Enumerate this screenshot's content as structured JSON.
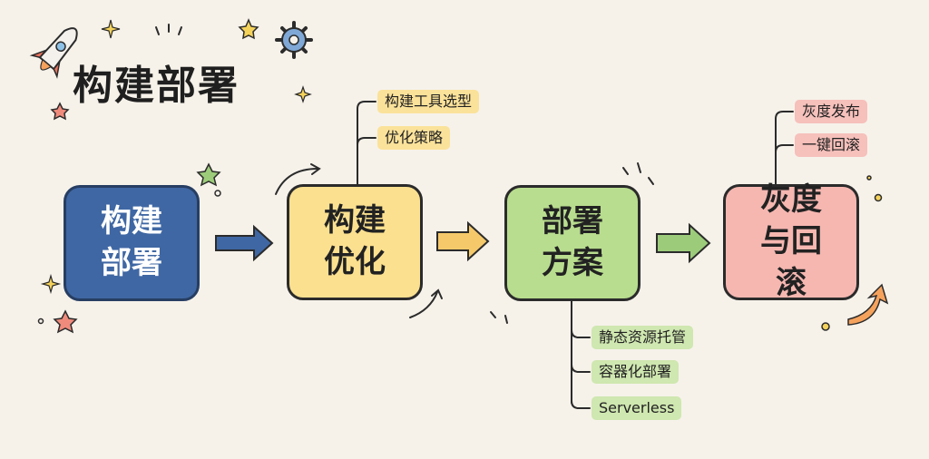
{
  "title": "构建部署",
  "flow": {
    "steps": [
      {
        "id": "s1",
        "label": "构建部署",
        "color": "#3f67a3"
      },
      {
        "id": "s2",
        "label": "构建优化",
        "color": "#fbe08f"
      },
      {
        "id": "s3",
        "label": "部署方案",
        "color": "#b8dd8e"
      },
      {
        "id": "s4",
        "label": "灰度与回滚",
        "color": "#f6b7b1"
      }
    ],
    "branches": {
      "s2": [
        "构建工具选型",
        "优化策略"
      ],
      "s3": [
        "静态资源托管",
        "容器化部署",
        "Serverless"
      ],
      "s4": [
        "灰度发布",
        "一键回滚"
      ]
    }
  },
  "icons": [
    "rocket-icon",
    "gear-icon",
    "star-icon",
    "sparkle-icon"
  ]
}
